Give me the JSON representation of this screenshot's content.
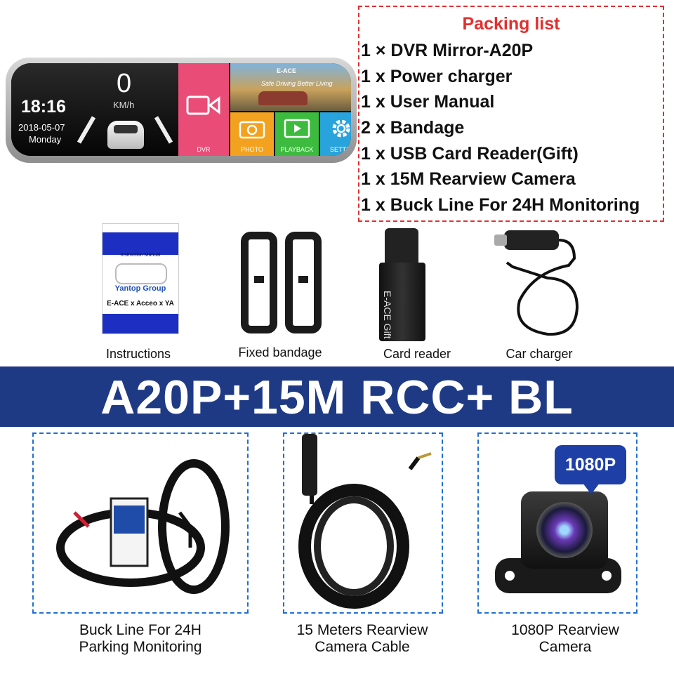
{
  "mirror_screen": {
    "time": "18:16",
    "date": "2018-05-07",
    "weekday": "Monday",
    "speed": "0",
    "speed_unit": "KM/h",
    "brand": "E-ACE",
    "tagline": "Safe Driving Better Living",
    "tiles": {
      "dvr": "DVR",
      "photo": "PHOTO",
      "playback": "PLAYBACK",
      "settings": "SETTIN"
    }
  },
  "packing_list": {
    "title": "Packing list",
    "items": [
      "1 × DVR Mirror-A20P",
      "1 x Power charger",
      "1 x User Manual",
      "2 x Bandage",
      "1 x USB Card Reader(Gift)",
      "1 x 15M Rearview Camera",
      "1 x Buck Line For 24H Monitoring"
    ]
  },
  "manual_cover": {
    "title": "Instruction Manual",
    "group": "Yantop Group",
    "logos": "E-ACE x Acceo x YA"
  },
  "card_reader_print": "E-ACE Gift",
  "accessories": [
    {
      "label": "Instructions"
    },
    {
      "label": "Fixed bandage"
    },
    {
      "label": "Card reader"
    },
    {
      "label": "Car charger"
    }
  ],
  "banner": {
    "text": "A20P+15M RCC+ BL"
  },
  "products": [
    {
      "line1": "Buck Line For 24H",
      "line2": "Parking Monitoring"
    },
    {
      "line1": "15 Meters Rearview",
      "line2": "Camera Cable"
    },
    {
      "line1": "1080P Rearview",
      "line2": "Camera"
    }
  ],
  "badge": "1080P",
  "colors": {
    "packing_accent": "#e1302f",
    "banner_background": "#1f3a85",
    "frame_border": "#1f6fd1",
    "badge_background": "#1e3fa6"
  }
}
